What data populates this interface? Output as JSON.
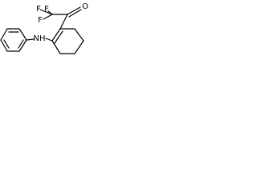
{
  "structure": {
    "atom_labels": {
      "fluorine_1": "F",
      "fluorine_2": "F",
      "fluorine_3": "F",
      "oxygen": "O",
      "amine": "NH"
    }
  },
  "colors": {
    "bond": "#000000",
    "label": "#000000",
    "background": "#ffffff"
  }
}
